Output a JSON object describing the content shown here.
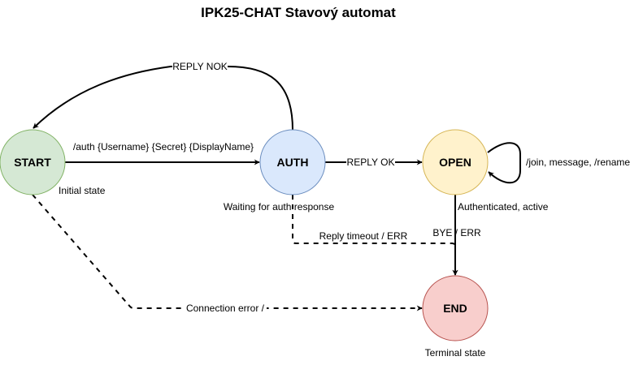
{
  "title": "IPK25-CHAT Stavový automat",
  "states": {
    "start": {
      "label": "START",
      "note": "Initial state",
      "fill": "#d5e8d4",
      "stroke": "#82b366"
    },
    "auth": {
      "label": "AUTH",
      "note": "Waiting for auth response",
      "fill": "#dae8fc",
      "stroke": "#6c8ebf"
    },
    "open": {
      "label": "OPEN",
      "note": "Authenticated, active",
      "fill": "#fff2cc",
      "stroke": "#d6b656"
    },
    "end": {
      "label": "END",
      "note": "Terminal state",
      "fill": "#f8cecc",
      "stroke": "#b85450"
    }
  },
  "transitions": {
    "start_auth": "/auth {Username} {Secret} {DisplayName}",
    "auth_start": "REPLY NOK",
    "auth_open": "REPLY OK",
    "open_self": "/join, message, /rename",
    "auth_end": "Reply timeout / ERR",
    "open_end": "BYE / ERR",
    "start_end": "Connection error /"
  }
}
